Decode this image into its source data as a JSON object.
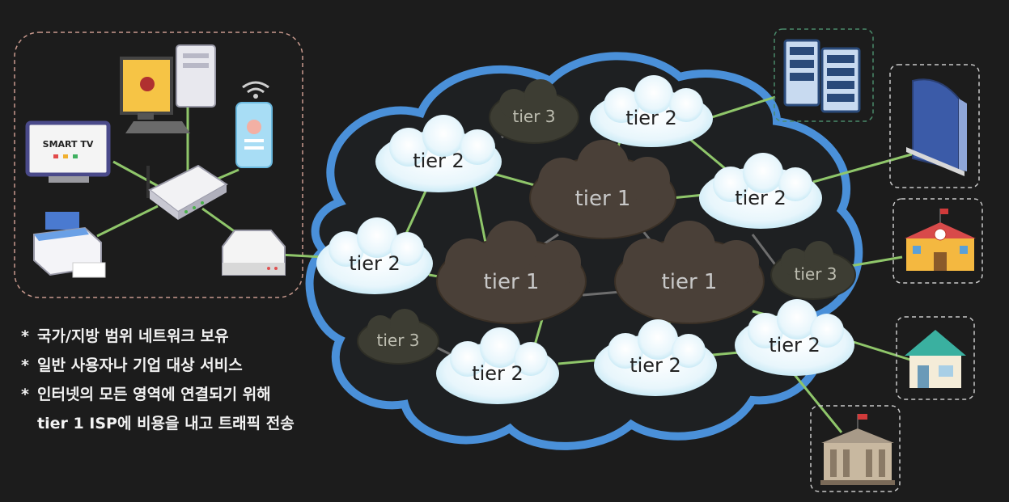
{
  "devices": {
    "smart_tv_label": "SMART TV"
  },
  "clouds": {
    "tier1_a": "tier 1",
    "tier1_b": "tier 1",
    "tier1_c": "tier 1",
    "tier2_a": "tier 2",
    "tier2_b": "tier 2",
    "tier2_c": "tier 2",
    "tier2_d": "tier 2",
    "tier2_e": "tier 2",
    "tier2_f": "tier 2",
    "tier2_g": "tier 2",
    "tier3_a": "tier 3",
    "tier3_b": "tier 3",
    "tier3_c": "tier 3"
  },
  "notes": [
    {
      "bullet": "*",
      "text": "국가/지방 범위 네트워크 보유"
    },
    {
      "bullet": "*",
      "text": "일반 사용자나 기업 대상 서비스"
    },
    {
      "bullet": "*",
      "text": "인터넷의 모든 영역에 연결되기 위해"
    },
    {
      "bullet": "",
      "text": "tier 1 ISP에 비용을 내고 트래픽 전송"
    }
  ],
  "colors": {
    "background": "#1c1c1c",
    "outer_cloud_border": "#4a90d9",
    "tier1_fill": "#4a4038",
    "tier2_fill": "#e6f5fb",
    "tier3_fill": "#3d3d33",
    "link_green": "#8fc66a",
    "link_gray": "#6e6e6e"
  }
}
